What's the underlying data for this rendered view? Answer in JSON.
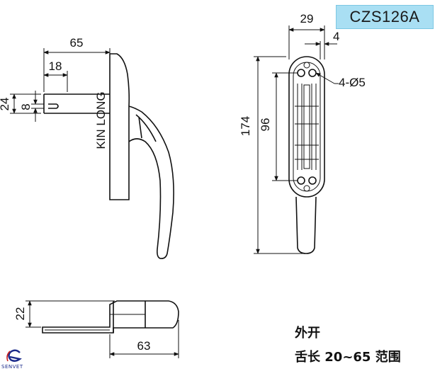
{
  "model": "CZS126A",
  "note": {
    "line1": "外开",
    "line2": "舌长 20~65 范围"
  },
  "logo_text": "SENVET",
  "side_view": {
    "dim_width": "65",
    "dim_tongue": "18",
    "dim_height": "24",
    "dim_inner": "8",
    "engraving": "KIN LONG"
  },
  "front_view": {
    "dim_width": "29",
    "dim_offset": "4",
    "dim_total_length": "174",
    "dim_hole_spacing": "96",
    "holes_label": "4-Ø5"
  },
  "bottom_view": {
    "dim_thickness": "22",
    "dim_length": "63"
  }
}
